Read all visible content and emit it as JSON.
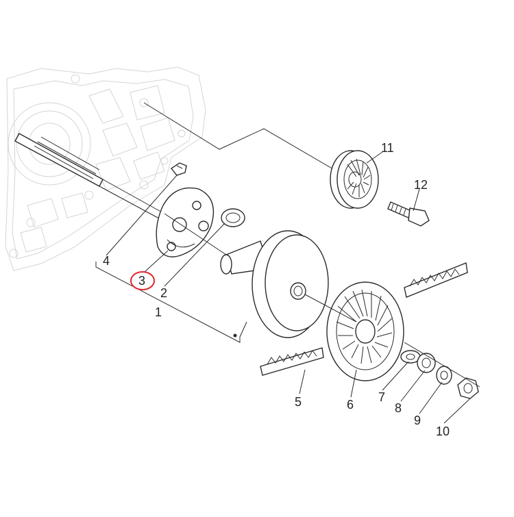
{
  "diagram": {
    "highlight_color": "#e0262d",
    "line_color": "#2a2a2a",
    "faint_color": "#d4d4d4",
    "callouts": [
      {
        "id": "1",
        "label": "1"
      },
      {
        "id": "2",
        "label": "2"
      },
      {
        "id": "3",
        "label": "3",
        "highlighted": true
      },
      {
        "id": "4",
        "label": "4"
      },
      {
        "id": "5",
        "label": "5"
      },
      {
        "id": "6",
        "label": "6"
      },
      {
        "id": "7",
        "label": "7"
      },
      {
        "id": "8",
        "label": "8"
      },
      {
        "id": "9",
        "label": "9"
      },
      {
        "id": "10",
        "label": "10"
      },
      {
        "id": "11",
        "label": "11"
      },
      {
        "id": "12",
        "label": "12"
      }
    ]
  }
}
